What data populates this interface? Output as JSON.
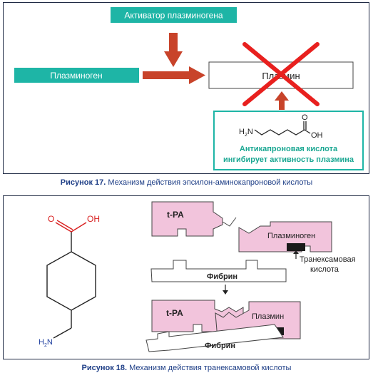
{
  "figure17": {
    "activator_label": "Активатор плазминогена",
    "plasminogen_label": "Плазминоген",
    "plasmin_label": "Плазмин",
    "molecule": {
      "amine_label": "H",
      "amine_sub": "2",
      "amine_n": "N",
      "carbonyl_o": "O",
      "hydroxyl": "OH"
    },
    "inhibitor_line1": "Антикапроновая кислота",
    "inhibitor_line2": "ингибирует активность плазмина",
    "caption_number": "Рисунок 17.",
    "caption_text": "Механизм действия эпсилон-аминокапроновой кислоты"
  },
  "figure18": {
    "molecule": {
      "carbonyl_o": "O",
      "hydroxyl": "OH",
      "amine_h": "H",
      "amine_sub": "2",
      "amine_n": "N"
    },
    "tpa_label": "t-PA",
    "plasminogen_label": "Плазминоген",
    "txa_line1": "Транексамовая",
    "txa_line2": "кислота",
    "fibrin_label": "Фибрин",
    "tpa_label_bottom": "t-PA",
    "plasmin_label": "Плазмин",
    "fibrin_label_bottom": "Фибрин",
    "caption_number": "Рисунок 18.",
    "caption_text": "Механизм действия транексамовой кислоты"
  },
  "colors": {
    "teal": "#1eb5a6",
    "arrow_red": "#c8432a",
    "cross_red": "#e8201e",
    "pink": "#f2c4dc",
    "caption_blue": "#1f3f87",
    "inhibitor_green": "#1aa792"
  }
}
